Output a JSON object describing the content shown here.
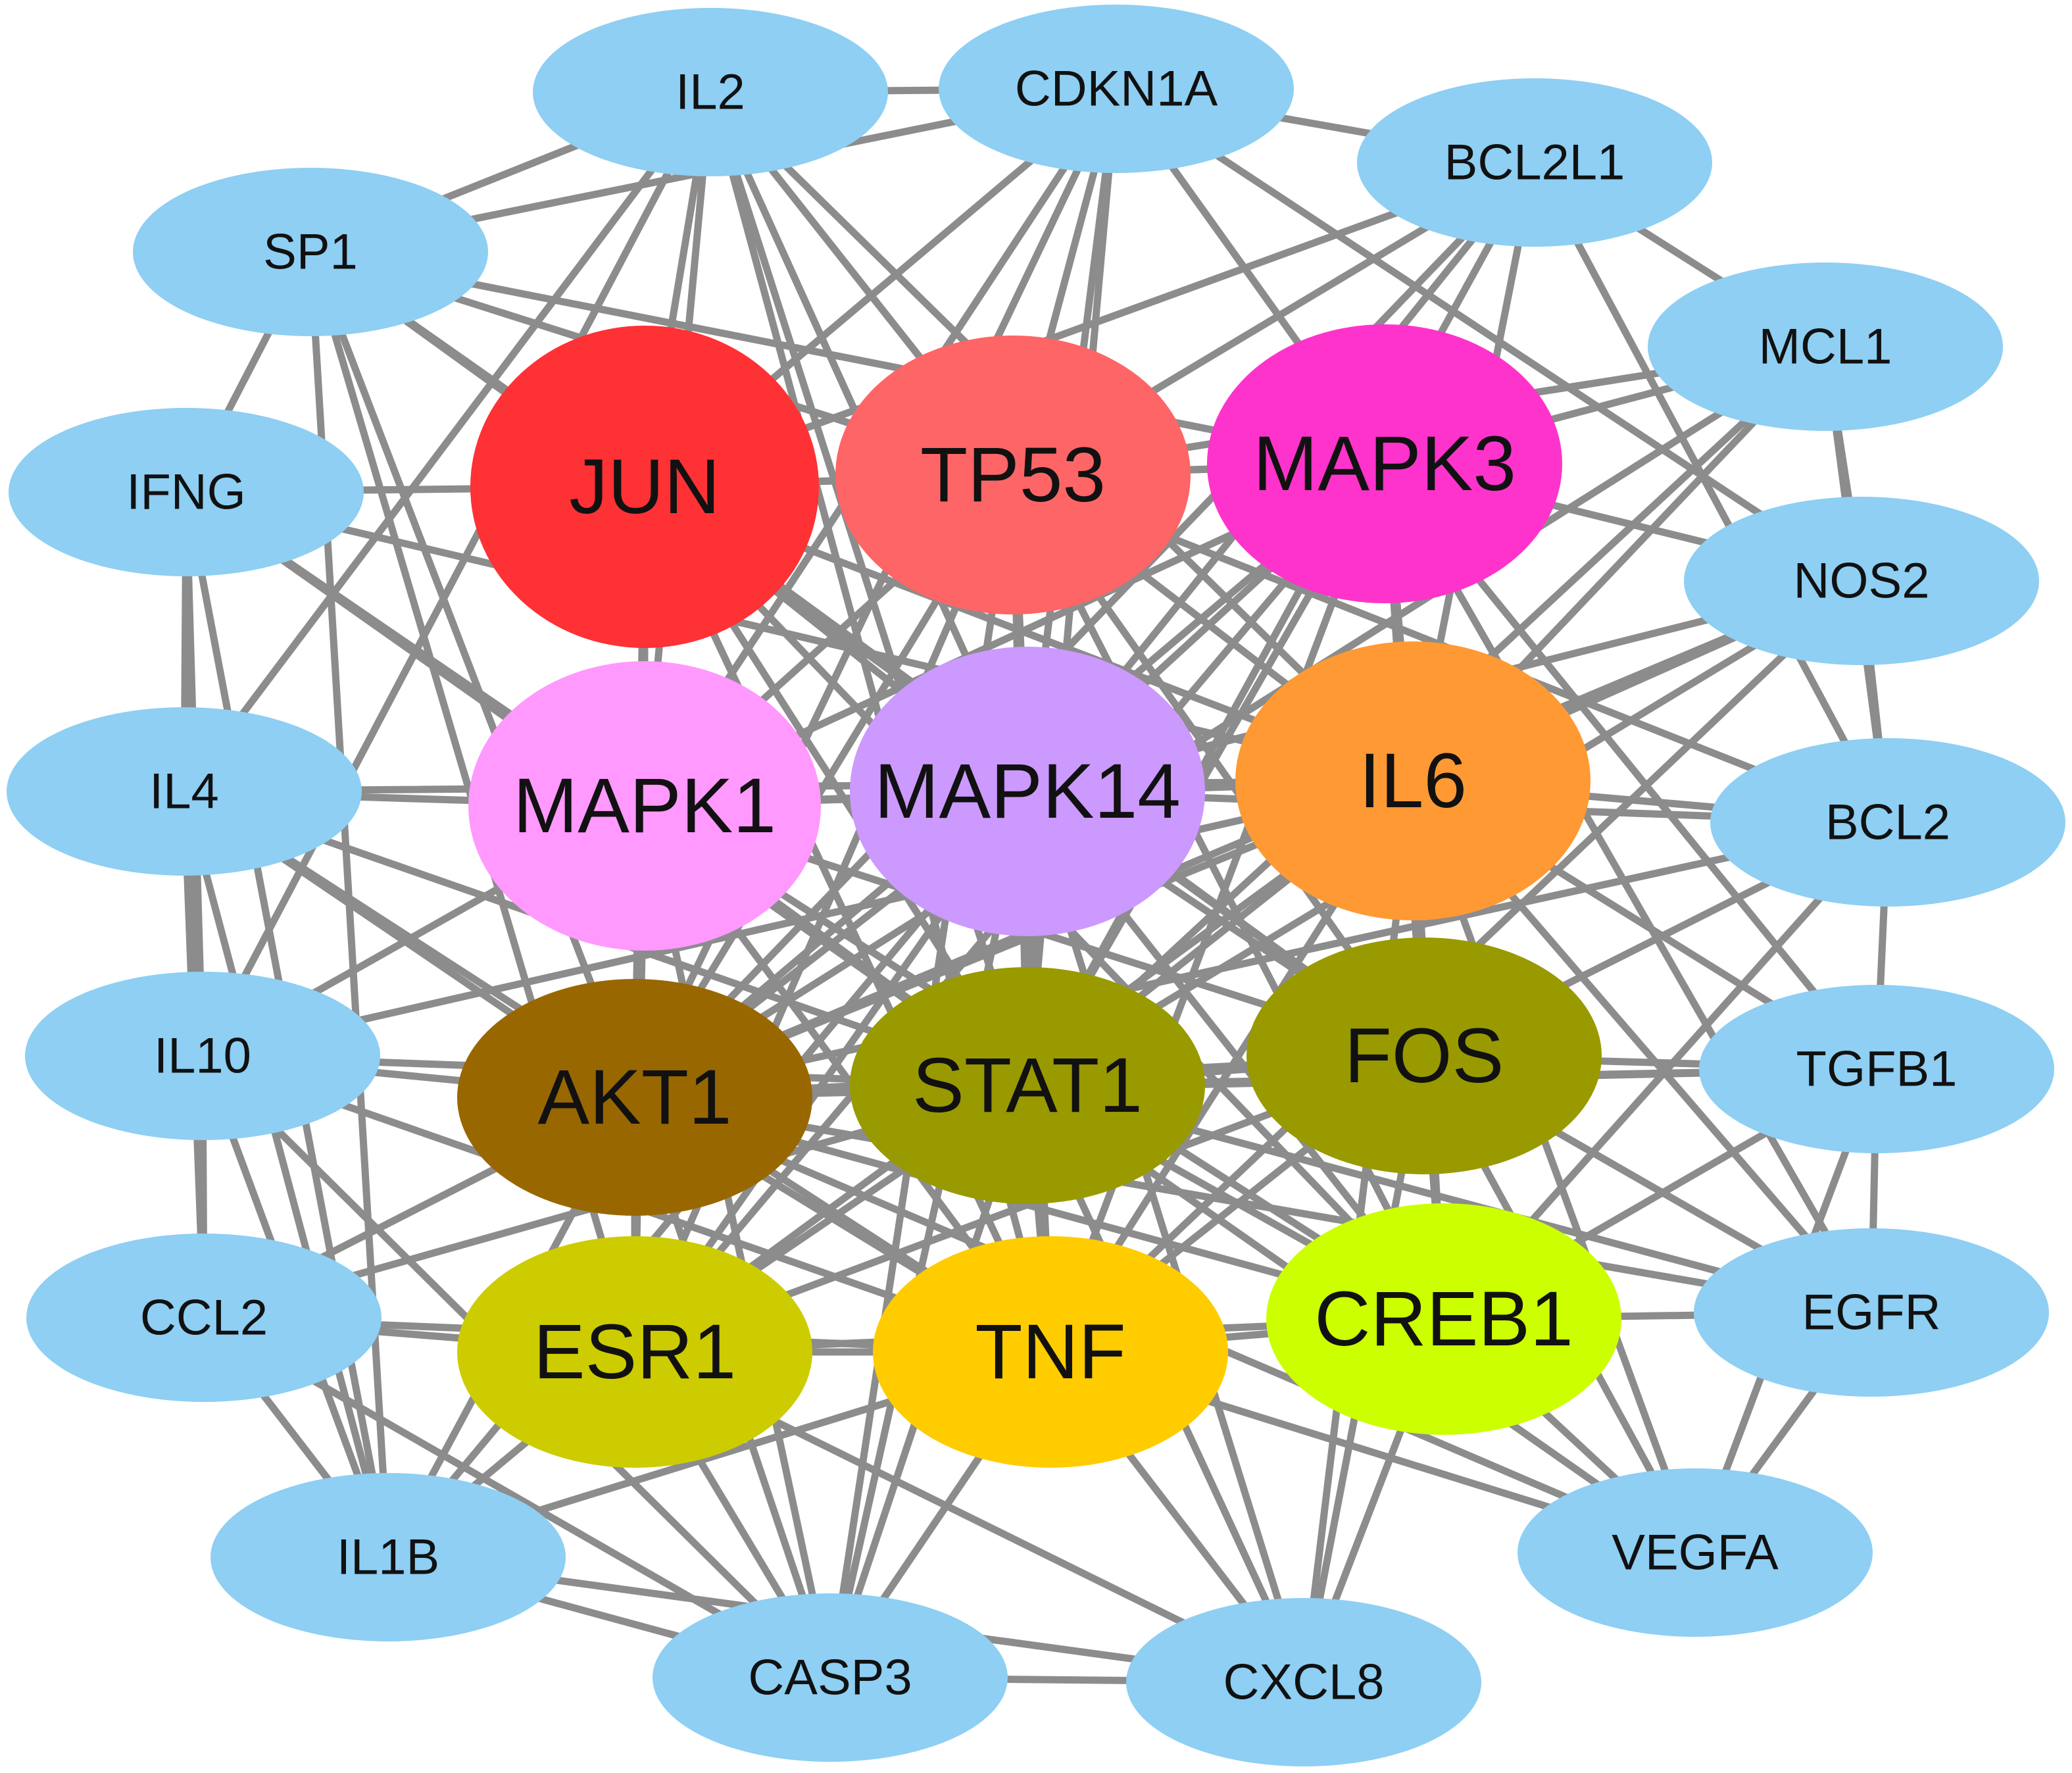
{
  "outer_color": "#8ecff3",
  "edge_color": "#8c8c8c",
  "nodes": [
    {
      "id": "JUN",
      "label": "JUN",
      "color": "#fe3135",
      "hub": true
    },
    {
      "id": "TP53",
      "label": "TP53",
      "color": "#fe6566",
      "hub": true
    },
    {
      "id": "MAPK3",
      "label": "MAPK3",
      "color": "#fe33cc",
      "hub": true
    },
    {
      "id": "MAPK1",
      "label": "MAPK1",
      "color": "#ff99fe",
      "hub": true
    },
    {
      "id": "MAPK14",
      "label": "MAPK14",
      "color": "#cc99ff",
      "hub": true
    },
    {
      "id": "IL6",
      "label": "IL6",
      "color": "#ff9934",
      "hub": true
    },
    {
      "id": "AKT1",
      "label": "AKT1",
      "color": "#996700",
      "hub": true
    },
    {
      "id": "STAT1",
      "label": "STAT1",
      "color": "#999900",
      "hub": true
    },
    {
      "id": "FOS",
      "label": "FOS",
      "color": "#999900",
      "hub": true
    },
    {
      "id": "ESR1",
      "label": "ESR1",
      "color": "#cccc00",
      "hub": true
    },
    {
      "id": "TNF",
      "label": "TNF",
      "color": "#ffcc00",
      "hub": true
    },
    {
      "id": "CREB1",
      "label": "CREB1",
      "color": "#ccff00",
      "hub": true
    },
    {
      "id": "IL2",
      "label": "IL2"
    },
    {
      "id": "CDKN1A",
      "label": "CDKN1A"
    },
    {
      "id": "BCL2L1",
      "label": "BCL2L1"
    },
    {
      "id": "SP1",
      "label": "SP1"
    },
    {
      "id": "MCL1",
      "label": "MCL1"
    },
    {
      "id": "IFNG",
      "label": "IFNG"
    },
    {
      "id": "NOS2",
      "label": "NOS2"
    },
    {
      "id": "IL4",
      "label": "IL4"
    },
    {
      "id": "BCL2",
      "label": "BCL2"
    },
    {
      "id": "IL10",
      "label": "IL10"
    },
    {
      "id": "TGFB1",
      "label": "TGFB1"
    },
    {
      "id": "CCL2",
      "label": "CCL2"
    },
    {
      "id": "EGFR",
      "label": "EGFR"
    },
    {
      "id": "IL1B",
      "label": "IL1B"
    },
    {
      "id": "VEGFA",
      "label": "VEGFA"
    },
    {
      "id": "CASP3",
      "label": "CASP3"
    },
    {
      "id": "CXCL8",
      "label": "CXCL8"
    }
  ],
  "edges": [
    [
      "JUN",
      "TP53"
    ],
    [
      "JUN",
      "MAPK3"
    ],
    [
      "JUN",
      "MAPK1"
    ],
    [
      "JUN",
      "MAPK14"
    ],
    [
      "JUN",
      "IL6"
    ],
    [
      "JUN",
      "AKT1"
    ],
    [
      "JUN",
      "STAT1"
    ],
    [
      "JUN",
      "FOS"
    ],
    [
      "JUN",
      "ESR1"
    ],
    [
      "JUN",
      "TNF"
    ],
    [
      "JUN",
      "CREB1"
    ],
    [
      "TP53",
      "MAPK3"
    ],
    [
      "TP53",
      "MAPK1"
    ],
    [
      "TP53",
      "MAPK14"
    ],
    [
      "TP53",
      "IL6"
    ],
    [
      "TP53",
      "AKT1"
    ],
    [
      "TP53",
      "STAT1"
    ],
    [
      "TP53",
      "FOS"
    ],
    [
      "TP53",
      "ESR1"
    ],
    [
      "TP53",
      "TNF"
    ],
    [
      "TP53",
      "CREB1"
    ],
    [
      "MAPK3",
      "MAPK1"
    ],
    [
      "MAPK3",
      "MAPK14"
    ],
    [
      "MAPK3",
      "IL6"
    ],
    [
      "MAPK3",
      "AKT1"
    ],
    [
      "MAPK3",
      "STAT1"
    ],
    [
      "MAPK3",
      "FOS"
    ],
    [
      "MAPK3",
      "ESR1"
    ],
    [
      "MAPK3",
      "TNF"
    ],
    [
      "MAPK3",
      "CREB1"
    ],
    [
      "MAPK1",
      "MAPK14"
    ],
    [
      "MAPK1",
      "IL6"
    ],
    [
      "MAPK1",
      "AKT1"
    ],
    [
      "MAPK1",
      "STAT1"
    ],
    [
      "MAPK1",
      "FOS"
    ],
    [
      "MAPK1",
      "ESR1"
    ],
    [
      "MAPK1",
      "TNF"
    ],
    [
      "MAPK1",
      "CREB1"
    ],
    [
      "MAPK14",
      "IL6"
    ],
    [
      "MAPK14",
      "AKT1"
    ],
    [
      "MAPK14",
      "STAT1"
    ],
    [
      "MAPK14",
      "FOS"
    ],
    [
      "MAPK14",
      "ESR1"
    ],
    [
      "MAPK14",
      "TNF"
    ],
    [
      "MAPK14",
      "CREB1"
    ],
    [
      "IL6",
      "AKT1"
    ],
    [
      "IL6",
      "STAT1"
    ],
    [
      "IL6",
      "FOS"
    ],
    [
      "IL6",
      "ESR1"
    ],
    [
      "IL6",
      "TNF"
    ],
    [
      "IL6",
      "CREB1"
    ],
    [
      "AKT1",
      "STAT1"
    ],
    [
      "AKT1",
      "FOS"
    ],
    [
      "AKT1",
      "ESR1"
    ],
    [
      "AKT1",
      "TNF"
    ],
    [
      "AKT1",
      "CREB1"
    ],
    [
      "STAT1",
      "FOS"
    ],
    [
      "STAT1",
      "ESR1"
    ],
    [
      "STAT1",
      "TNF"
    ],
    [
      "STAT1",
      "CREB1"
    ],
    [
      "FOS",
      "ESR1"
    ],
    [
      "FOS",
      "TNF"
    ],
    [
      "FOS",
      "CREB1"
    ],
    [
      "ESR1",
      "TNF"
    ],
    [
      "ESR1",
      "CREB1"
    ],
    [
      "TNF",
      "CREB1"
    ],
    [
      "IL2",
      "SP1"
    ],
    [
      "IL2",
      "CDKN1A"
    ],
    [
      "IL2",
      "JUN"
    ],
    [
      "IL2",
      "TP53"
    ],
    [
      "IL2",
      "MAPK1"
    ],
    [
      "IL2",
      "MAPK14"
    ],
    [
      "IL2",
      "IL6"
    ],
    [
      "IL2",
      "STAT1"
    ],
    [
      "IL2",
      "TNF"
    ],
    [
      "IL2",
      "IL10"
    ],
    [
      "IL2",
      "IL4"
    ],
    [
      "CDKN1A",
      "BCL2L1"
    ],
    [
      "CDKN1A",
      "JUN"
    ],
    [
      "CDKN1A",
      "TP53"
    ],
    [
      "CDKN1A",
      "MAPK3"
    ],
    [
      "CDKN1A",
      "MAPK1"
    ],
    [
      "CDKN1A",
      "MAPK14"
    ],
    [
      "CDKN1A",
      "STAT1"
    ],
    [
      "CDKN1A",
      "AKT1"
    ],
    [
      "CDKN1A",
      "NOS2"
    ],
    [
      "CDKN1A",
      "SP1"
    ],
    [
      "BCL2L1",
      "MCL1"
    ],
    [
      "BCL2L1",
      "JUN"
    ],
    [
      "BCL2L1",
      "TP53"
    ],
    [
      "BCL2L1",
      "MAPK14"
    ],
    [
      "BCL2L1",
      "AKT1"
    ],
    [
      "BCL2L1",
      "STAT1"
    ],
    [
      "BCL2L1",
      "BCL2"
    ],
    [
      "BCL2L1",
      "IL6"
    ],
    [
      "SP1",
      "IFNG"
    ],
    [
      "SP1",
      "JUN"
    ],
    [
      "SP1",
      "TP53"
    ],
    [
      "SP1",
      "MAPK3"
    ],
    [
      "SP1",
      "ESR1"
    ],
    [
      "SP1",
      "FOS"
    ],
    [
      "SP1",
      "IL1B"
    ],
    [
      "SP1",
      "AKT1"
    ],
    [
      "MCL1",
      "NOS2"
    ],
    [
      "MCL1",
      "MAPK3"
    ],
    [
      "MCL1",
      "IL6"
    ],
    [
      "MCL1",
      "AKT1"
    ],
    [
      "MCL1",
      "STAT1"
    ],
    [
      "MCL1",
      "BCL2"
    ],
    [
      "MCL1",
      "TP53"
    ],
    [
      "IFNG",
      "IL4"
    ],
    [
      "IFNG",
      "JUN"
    ],
    [
      "IFNG",
      "MAPK1"
    ],
    [
      "IFNG",
      "IL6"
    ],
    [
      "IFNG",
      "STAT1"
    ],
    [
      "IFNG",
      "IL10"
    ],
    [
      "IFNG",
      "IL1B"
    ],
    [
      "IFNG",
      "CCL2"
    ],
    [
      "NOS2",
      "MAPK3"
    ],
    [
      "NOS2",
      "IL6"
    ],
    [
      "NOS2",
      "STAT1"
    ],
    [
      "NOS2",
      "TNF"
    ],
    [
      "NOS2",
      "BCL2"
    ],
    [
      "NOS2",
      "AKT1"
    ],
    [
      "NOS2",
      "MAPK14"
    ],
    [
      "IL4",
      "IL10"
    ],
    [
      "IL4",
      "MAPK1"
    ],
    [
      "IL4",
      "AKT1"
    ],
    [
      "IL4",
      "IL6"
    ],
    [
      "IL4",
      "STAT1"
    ],
    [
      "IL4",
      "TNF"
    ],
    [
      "IL4",
      "CCL2"
    ],
    [
      "IL4",
      "IL1B"
    ],
    [
      "BCL2",
      "TGFB1"
    ],
    [
      "BCL2",
      "IL6"
    ],
    [
      "BCL2",
      "AKT1"
    ],
    [
      "BCL2",
      "MAPK14"
    ],
    [
      "BCL2",
      "FOS"
    ],
    [
      "BCL2",
      "CREB1"
    ],
    [
      "BCL2",
      "TP53"
    ],
    [
      "IL10",
      "CCL2"
    ],
    [
      "IL10",
      "MAPK1"
    ],
    [
      "IL10",
      "AKT1"
    ],
    [
      "IL10",
      "IL6"
    ],
    [
      "IL10",
      "STAT1"
    ],
    [
      "IL10",
      "TNF"
    ],
    [
      "IL10",
      "IL1B"
    ],
    [
      "IL10",
      "CASP3"
    ],
    [
      "TGFB1",
      "EGFR"
    ],
    [
      "TGFB1",
      "FOS"
    ],
    [
      "TGFB1",
      "IL6"
    ],
    [
      "TGFB1",
      "STAT1"
    ],
    [
      "TGFB1",
      "CREB1"
    ],
    [
      "TGFB1",
      "AKT1"
    ],
    [
      "TGFB1",
      "VEGFA"
    ],
    [
      "TGFB1",
      "MAPK3"
    ],
    [
      "CCL2",
      "IL1B"
    ],
    [
      "CCL2",
      "ESR1"
    ],
    [
      "CCL2",
      "TNF"
    ],
    [
      "CCL2",
      "AKT1"
    ],
    [
      "CCL2",
      "STAT1"
    ],
    [
      "CCL2",
      "CASP3"
    ],
    [
      "EGFR",
      "VEGFA"
    ],
    [
      "EGFR",
      "CREB1"
    ],
    [
      "EGFR",
      "FOS"
    ],
    [
      "EGFR",
      "STAT1"
    ],
    [
      "EGFR",
      "AKT1"
    ],
    [
      "EGFR",
      "MAPK3"
    ],
    [
      "EGFR",
      "IL6"
    ],
    [
      "IL1B",
      "CASP3"
    ],
    [
      "IL1B",
      "ESR1"
    ],
    [
      "IL1B",
      "TNF"
    ],
    [
      "IL1B",
      "AKT1"
    ],
    [
      "IL1B",
      "MAPK14"
    ],
    [
      "IL1B",
      "CXCL8"
    ],
    [
      "VEGFA",
      "CREB1"
    ],
    [
      "VEGFA",
      "TNF"
    ],
    [
      "VEGFA",
      "STAT1"
    ],
    [
      "VEGFA",
      "FOS"
    ],
    [
      "VEGFA",
      "IL6"
    ],
    [
      "VEGFA",
      "AKT1"
    ],
    [
      "CASP3",
      "CXCL8"
    ],
    [
      "CASP3",
      "ESR1"
    ],
    [
      "CASP3",
      "TNF"
    ],
    [
      "CASP3",
      "STAT1"
    ],
    [
      "CASP3",
      "AKT1"
    ],
    [
      "CASP3",
      "MAPK14"
    ],
    [
      "CASP3",
      "MAPK1"
    ],
    [
      "CASP3",
      "TP53"
    ],
    [
      "CXCL8",
      "TNF"
    ],
    [
      "CXCL8",
      "CREB1"
    ],
    [
      "CXCL8",
      "STAT1"
    ],
    [
      "CXCL8",
      "IL6"
    ],
    [
      "CXCL8",
      "FOS"
    ],
    [
      "CXCL8",
      "MAPK14"
    ],
    [
      "CXCL8",
      "ESR1"
    ]
  ]
}
